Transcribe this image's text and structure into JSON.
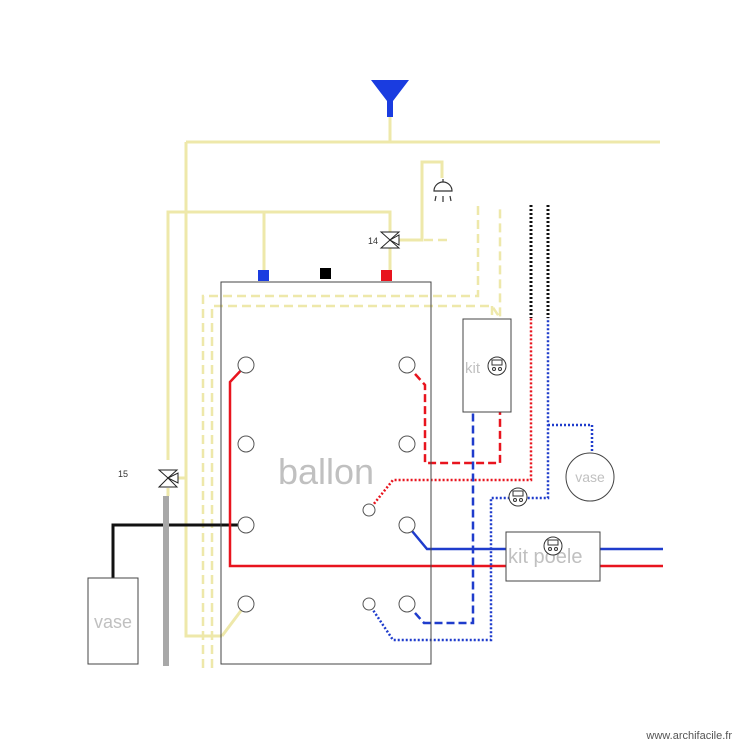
{
  "labels": {
    "ballon": "ballon",
    "vase_left": "vase",
    "vase_right": "vase",
    "kit_top": "kit",
    "kit_poele": "kit poele",
    "valve_14": "14",
    "valve_15": "15"
  },
  "watermark": "www.archifacile.fr",
  "colors": {
    "yellow_pipe": "#eee8aa",
    "red_pipe": "#e8141e",
    "blue_pipe": "#1f3ccc",
    "black_pipe": "#111111",
    "grey_pipe": "#a8a8a8",
    "marker_blue": "#1a3ce0",
    "marker_black": "#000000",
    "marker_red": "#e8141e"
  }
}
